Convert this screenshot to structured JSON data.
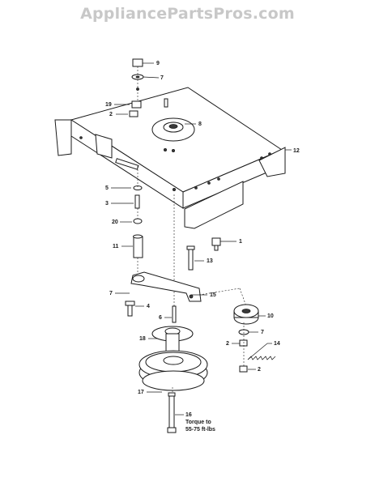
{
  "watermark": "AppliancePartsPros.com",
  "callouts": [
    {
      "id": "c9",
      "text": "9"
    },
    {
      "id": "c7a",
      "text": "7"
    },
    {
      "id": "c19",
      "text": "19"
    },
    {
      "id": "c2a",
      "text": "2"
    },
    {
      "id": "c8",
      "text": "8"
    },
    {
      "id": "c12",
      "text": "12"
    },
    {
      "id": "c5",
      "text": "5"
    },
    {
      "id": "c3",
      "text": "3"
    },
    {
      "id": "c20",
      "text": "20"
    },
    {
      "id": "c1",
      "text": "1"
    },
    {
      "id": "c11",
      "text": "11"
    },
    {
      "id": "c13",
      "text": "13"
    },
    {
      "id": "c7b",
      "text": "7"
    },
    {
      "id": "c15",
      "text": "15"
    },
    {
      "id": "c4",
      "text": "4"
    },
    {
      "id": "c6",
      "text": "6"
    },
    {
      "id": "c10",
      "text": "10"
    },
    {
      "id": "c7c",
      "text": "7"
    },
    {
      "id": "c18",
      "text": "18"
    },
    {
      "id": "c2b",
      "text": "2"
    },
    {
      "id": "c14",
      "text": "14"
    },
    {
      "id": "c2c",
      "text": "2"
    },
    {
      "id": "c17",
      "text": "17"
    },
    {
      "id": "c16",
      "text": "16"
    }
  ],
  "torque_note": {
    "line1": "Torque to",
    "line2": "55-75 ft-lbs"
  }
}
